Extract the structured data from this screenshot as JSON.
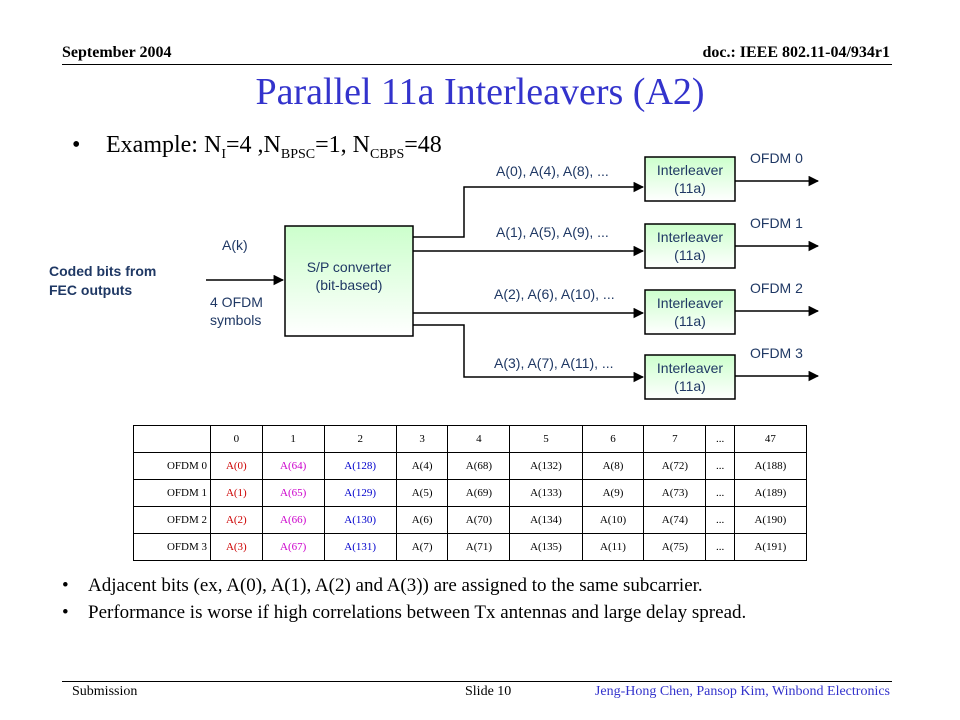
{
  "header": {
    "date": "September 2004",
    "doc_id": "doc.: IEEE 802.11-04/934r1"
  },
  "title": "Parallel 11a Interleavers (A2)",
  "example": {
    "lead": "Example: N",
    "sub_i": "I",
    "eq1": "=4 ,N",
    "sub_bpsc": "BPSC",
    "eq2": "=1, N",
    "sub_cbps": "CBPS",
    "eq3": "=48"
  },
  "diagram": {
    "coded_line1": "Coded bits from",
    "coded_line2": "FEC outputs",
    "input_label": "A(k)",
    "symbols_line1": "4 OFDM",
    "symbols_line2": "symbols",
    "converter_line1": "S/P converter",
    "converter_line2": "(bit-based)",
    "branches": [
      {
        "bits": "A(0), A(4), A(8), ...",
        "box1": "Interleaver",
        "box2": "(11a)",
        "out": "OFDM 0"
      },
      {
        "bits": "A(1), A(5), A(9), ...",
        "box1": "Interleaver",
        "box2": "(11a)",
        "out": "OFDM 1"
      },
      {
        "bits": "A(2), A(6), A(10), ...",
        "box1": "Interleaver",
        "box2": "(11a)",
        "out": "OFDM 2"
      },
      {
        "bits": "A(3), A(7), A(11), ...",
        "box1": "Interleaver",
        "box2": "(11a)",
        "out": "OFDM 3"
      }
    ],
    "colors": {
      "box_fill": "#ccffcc",
      "box_gradient_end": "#ffffff",
      "label_color": "#1f3864"
    }
  },
  "table": {
    "header": [
      "",
      "0",
      "1",
      "2",
      "3",
      "4",
      "5",
      "6",
      "7",
      "...",
      "47"
    ],
    "rows": [
      [
        "OFDM  0",
        "A(0)",
        "A(64)",
        "A(128)",
        "A(4)",
        "A(68)",
        "A(132)",
        "A(8)",
        "A(72)",
        "...",
        "A(188)"
      ],
      [
        "OFDM  1",
        "A(1)",
        "A(65)",
        "A(129)",
        "A(5)",
        "A(69)",
        "A(133)",
        "A(9)",
        "A(73)",
        "...",
        "A(189)"
      ],
      [
        "OFDM  2",
        "A(2)",
        "A(66)",
        "A(130)",
        "A(6)",
        "A(70)",
        "A(134)",
        "A(10)",
        "A(74)",
        "...",
        "A(190)"
      ],
      [
        "OFDM  3",
        "A(3)",
        "A(67)",
        "A(131)",
        "A(7)",
        "A(71)",
        "A(135)",
        "A(11)",
        "A(75)",
        "...",
        "A(191)"
      ]
    ],
    "colors": {
      "col1": "#cc0000",
      "col2": "#cc00cc",
      "col3": "#0000cc"
    }
  },
  "bullets": [
    "Adjacent bits (ex, A(0), A(1), A(2) and A(3)) are assigned to the same subcarrier.",
    "Performance is worse if high correlations between Tx antennas and large delay spread."
  ],
  "footer": {
    "left": "Submission",
    "slide": "Slide 10",
    "authors": "Jeng-Hong Chen, Pansop Kim, Winbond Electronics"
  }
}
